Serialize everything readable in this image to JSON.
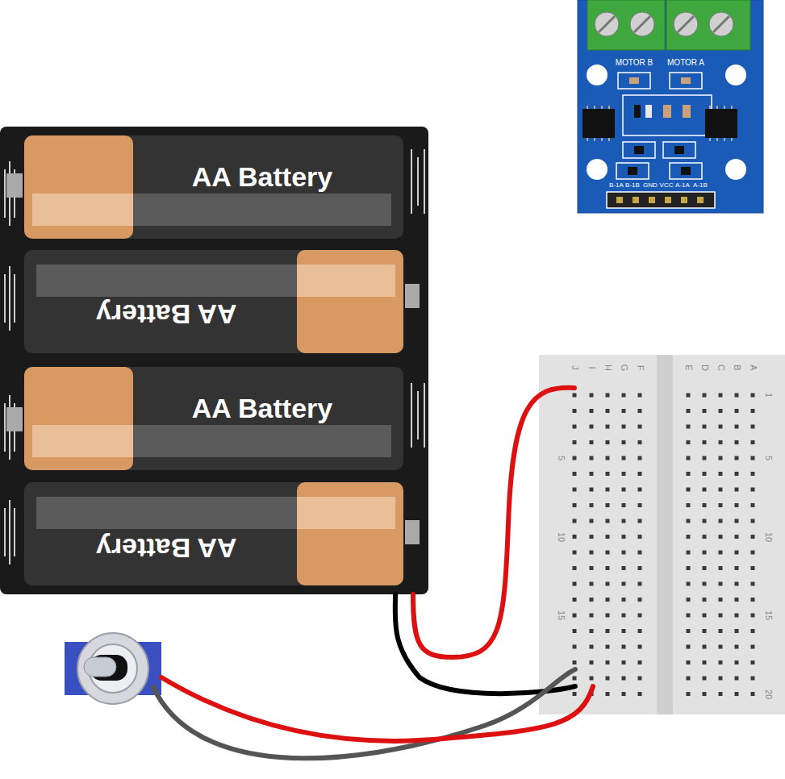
{
  "diagram": {
    "nodes": [
      {
        "text": [
          "AA Battery"
        ]
      },
      {
        "text": [
          "AA Battery"
        ]
      },
      {
        "text": [
          "AA Battery"
        ]
      },
      {
        "text": [
          "AA Battery"
        ]
      }
    ],
    "labels": [
      "MOTOR B",
      "MOTOR A",
      "B-1A",
      "B-1B",
      "GND",
      "VCC",
      "A-1A",
      "A-1B",
      "J",
      "I",
      "H",
      "G",
      "F",
      "E",
      "D",
      "C",
      "B",
      "A",
      "5",
      "10",
      "15",
      "1",
      "5",
      "10",
      "15",
      "20"
    ]
  }
}
